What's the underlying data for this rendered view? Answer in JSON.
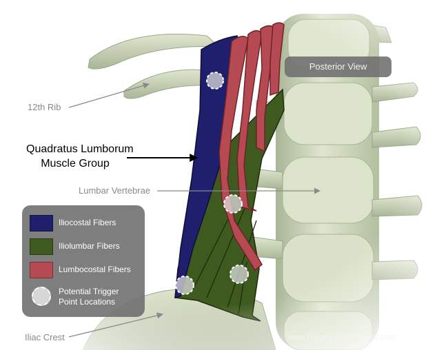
{
  "labels": {
    "twelfth_rib": "12th Rib",
    "title_line1": "Quadratus Lumborum",
    "title_line2": "Muscle Group",
    "lumbar_vertebrae": "Lumbar Vertebrae",
    "iliac_crest": "Iliac Crest"
  },
  "badge": {
    "text": "Posterior View"
  },
  "legend": {
    "items": [
      {
        "label": "Iliocostal Fibers",
        "color": "#1f1f6e"
      },
      {
        "label": "Iliolumbar Fibers",
        "color": "#3f5a1e"
      },
      {
        "label": "Lumbocostal Fibers",
        "color": "#b64a52"
      }
    ],
    "trigger_line1": "Potential Trigger",
    "trigger_line2": "Point Locations"
  },
  "credit": "www.TriggerPointTherapist.com",
  "colors": {
    "bone": "#cfd8bd",
    "bone_shadow": "#9aa78a",
    "iliocostal": "#1f1f6e",
    "iliolumbar": "#3f5a1e",
    "lumbocostal": "#b64a52"
  }
}
